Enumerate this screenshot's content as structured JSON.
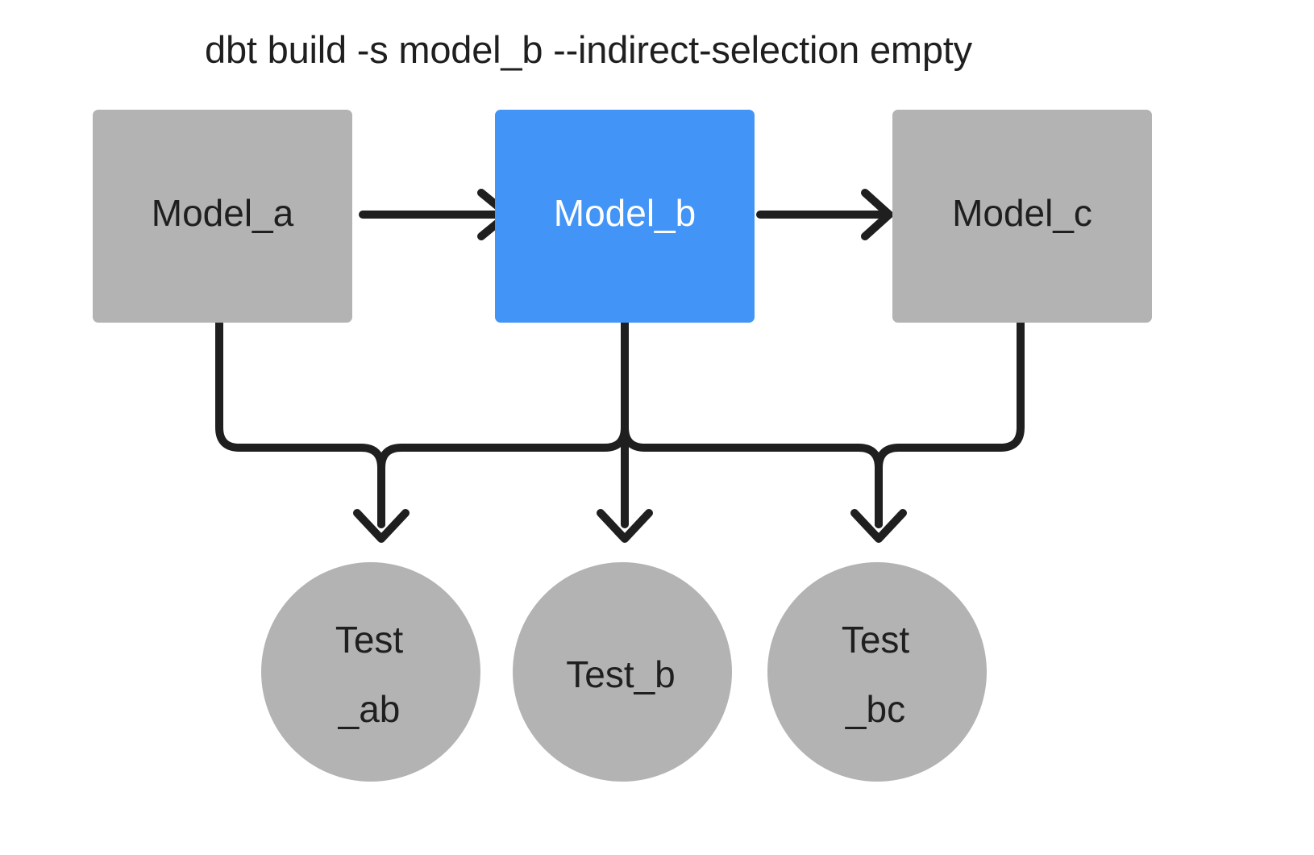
{
  "diagram": {
    "title": "dbt build -s model_b --indirect-selection empty",
    "background_color": "#ffffff",
    "colors": {
      "node_default": "#b3b3b3",
      "node_selected": "#4394f7",
      "edge": "#1f1f1f",
      "text_default": "#1f1f1f",
      "text_on_accent": "#ffffff"
    },
    "nodes": {
      "model_a": {
        "label": "Model_a",
        "shape": "rectangle",
        "state": "unselected"
      },
      "model_b": {
        "label": "Model_b",
        "shape": "rectangle",
        "state": "selected"
      },
      "model_c": {
        "label": "Model_c",
        "shape": "rectangle",
        "state": "unselected"
      },
      "test_ab": {
        "label_line1": "Test",
        "label_line2": "_ab",
        "shape": "circle",
        "state": "unselected"
      },
      "test_b": {
        "label": "Test_b",
        "shape": "circle",
        "state": "unselected"
      },
      "test_bc": {
        "label_line1": "Test",
        "label_line2": "_bc",
        "shape": "circle",
        "state": "unselected"
      }
    },
    "edges": [
      {
        "from": "model_a",
        "to": "model_b",
        "direction": "right"
      },
      {
        "from": "model_b",
        "to": "model_c",
        "direction": "right"
      },
      {
        "from": "model_a",
        "to": "test_ab",
        "direction": "down"
      },
      {
        "from": "model_b",
        "to": "test_ab",
        "direction": "down"
      },
      {
        "from": "model_b",
        "to": "test_b",
        "direction": "down"
      },
      {
        "from": "model_b",
        "to": "test_bc",
        "direction": "down"
      },
      {
        "from": "model_c",
        "to": "test_bc",
        "direction": "down"
      }
    ]
  }
}
